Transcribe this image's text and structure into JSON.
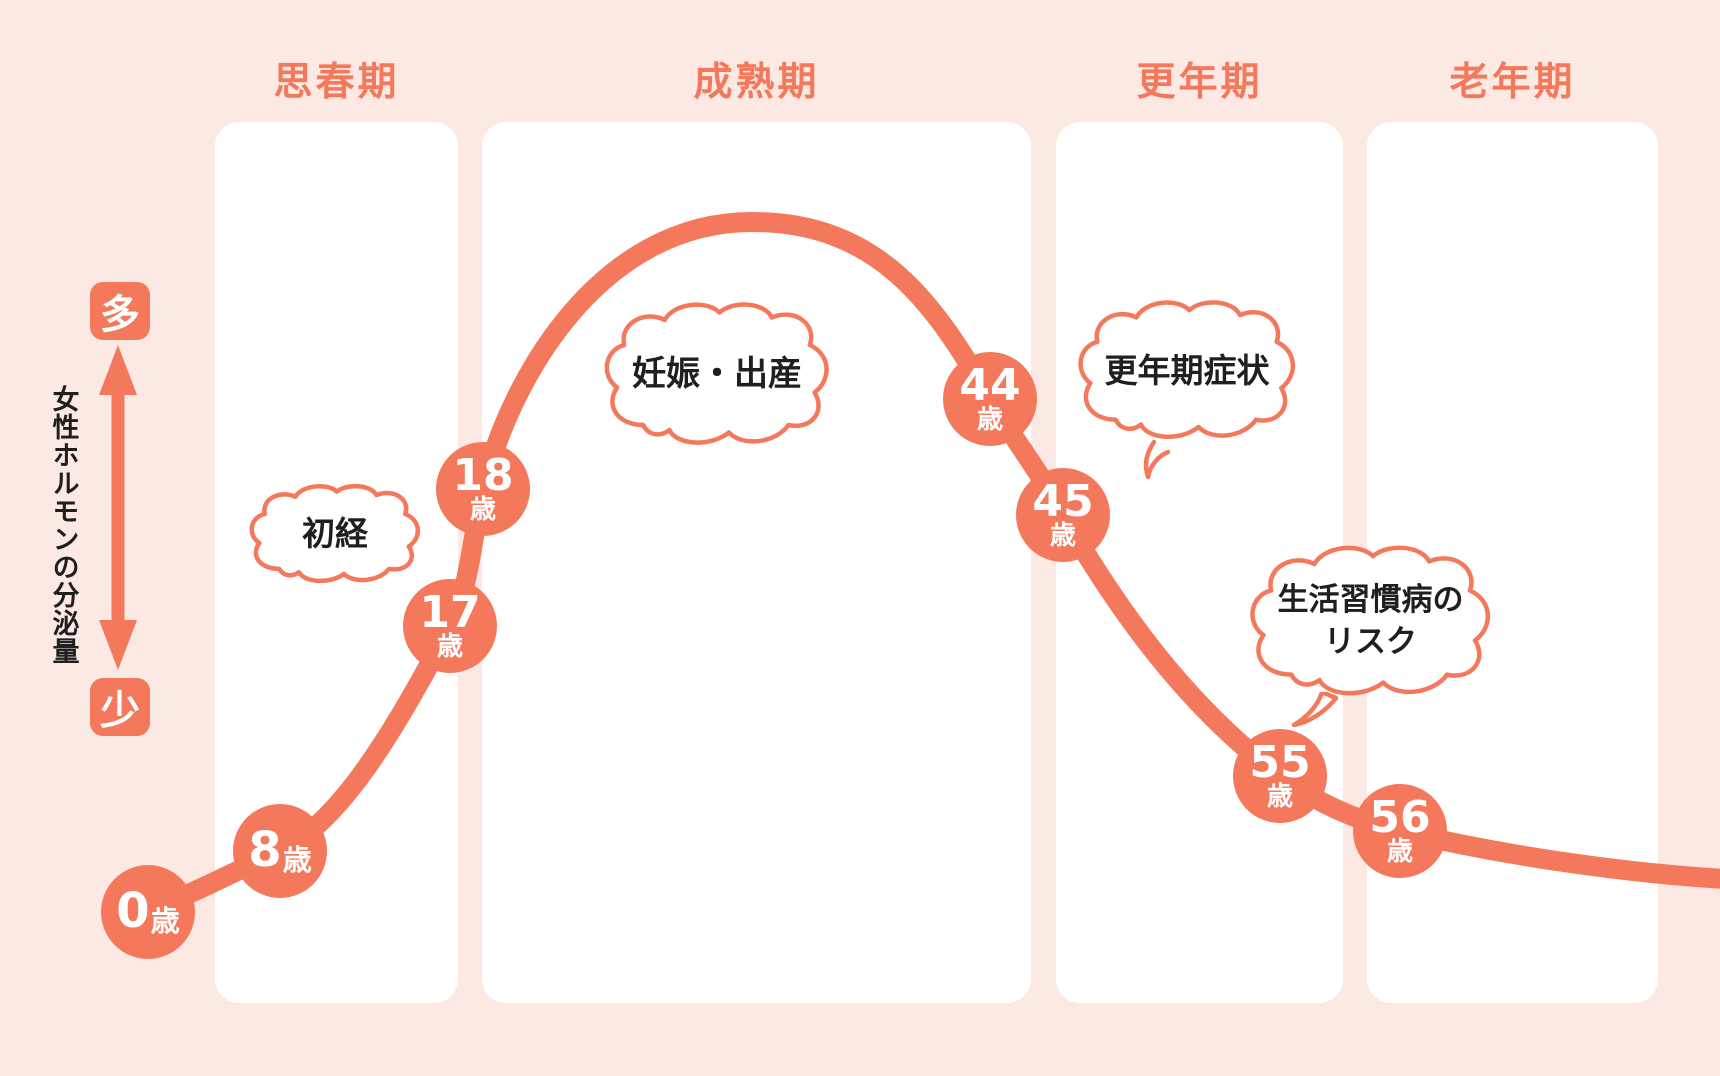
{
  "colors": {
    "background": "#fce9e3",
    "accent": "#f4795c",
    "panel": "#ffffff",
    "annotation_text": "#1f1f1f",
    "marker_text": "#ffffff"
  },
  "axis": {
    "high_label": "多",
    "low_label": "少",
    "title": "女性ホルモンの分泌量"
  },
  "stages": [
    {
      "label": "思春期"
    },
    {
      "label": "成熟期"
    },
    {
      "label": "更年期"
    },
    {
      "label": "老年期"
    }
  ],
  "markers": [
    {
      "age": "0",
      "suffix": "歳"
    },
    {
      "age": "8",
      "suffix": "歳"
    },
    {
      "age": "17",
      "suffix": "歳"
    },
    {
      "age": "18",
      "suffix": "歳"
    },
    {
      "age": "44",
      "suffix": "歳"
    },
    {
      "age": "45",
      "suffix": "歳"
    },
    {
      "age": "55",
      "suffix": "歳"
    },
    {
      "age": "56",
      "suffix": "歳"
    }
  ],
  "annotations": [
    {
      "text": "初経",
      "stage": "思春期"
    },
    {
      "text": "妊娠・出産",
      "stage": "成熟期"
    },
    {
      "text": "更年期症状",
      "stage": "更年期"
    },
    {
      "text": "生活習慣病のリスク",
      "line1": "生活習慣病の",
      "line2": "リスク",
      "stage": "老年期"
    }
  ],
  "chart_data": {
    "type": "line",
    "title": "",
    "xlabel": "",
    "ylabel": "女性ホルモンの分泌量",
    "y_axis_qualitative": {
      "max": "多",
      "min": "少"
    },
    "x_stages": [
      "思春期",
      "成熟期",
      "更年期",
      "老年期"
    ],
    "labeled_ages": [
      "0歳",
      "8歳",
      "17歳",
      "18歳",
      "44歳",
      "45歳",
      "55歳",
      "56歳"
    ],
    "points": [
      {
        "age": 0,
        "label": "0歳",
        "level": 8
      },
      {
        "age": 8,
        "label": "8歳",
        "level": 15
      },
      {
        "age": 17,
        "label": "17歳",
        "level": 42
      },
      {
        "age": 18,
        "label": "18歳",
        "level": 58
      },
      {
        "age": 30,
        "label": "",
        "level": 90
      },
      {
        "age": 44,
        "label": "44歳",
        "level": 65
      },
      {
        "age": 45,
        "label": "45歳",
        "level": 52
      },
      {
        "age": 55,
        "label": "55歳",
        "level": 22
      },
      {
        "age": 56,
        "label": "56歳",
        "level": 16
      },
      {
        "age": 65,
        "label": "",
        "level": 11
      }
    ],
    "annotations": [
      {
        "text": "初経",
        "stage": "思春期"
      },
      {
        "text": "妊娠・出産",
        "stage": "成熟期"
      },
      {
        "text": "更年期症状",
        "stage": "更年期"
      },
      {
        "text": "生活習慣病のリスク",
        "stage": "老年期"
      }
    ],
    "legend": "none",
    "grid": false
  }
}
